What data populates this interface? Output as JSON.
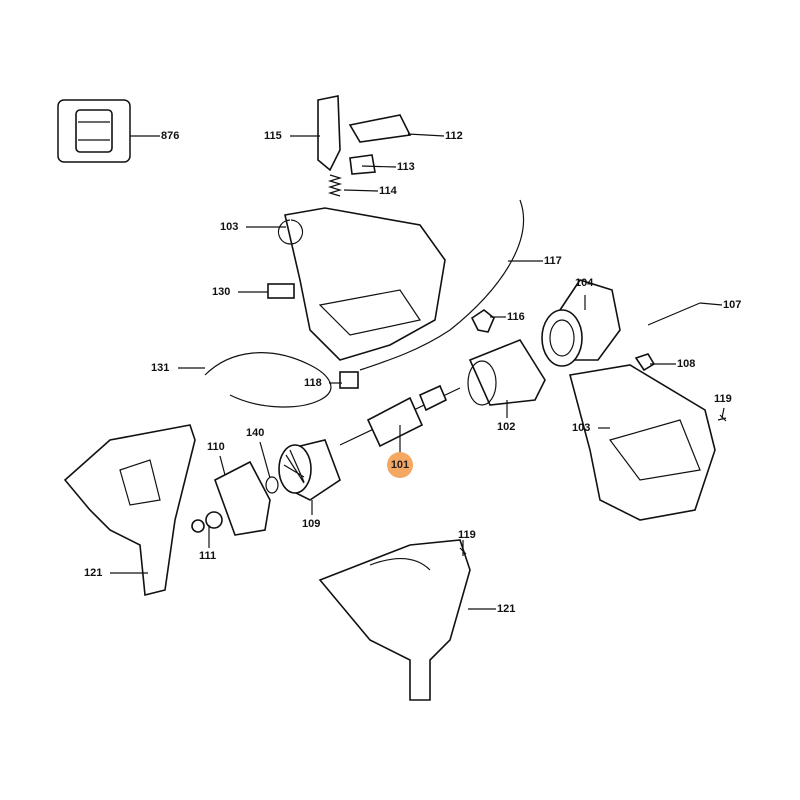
{
  "title": "Exploded parts diagram",
  "highlight_color": "#F5A862",
  "parts": [
    {
      "id": "876",
      "label": "876"
    },
    {
      "id": "115",
      "label": "115"
    },
    {
      "id": "112",
      "label": "112"
    },
    {
      "id": "113",
      "label": "113"
    },
    {
      "id": "114",
      "label": "114"
    },
    {
      "id": "103a",
      "label": "103"
    },
    {
      "id": "117",
      "label": "117"
    },
    {
      "id": "130",
      "label": "130"
    },
    {
      "id": "104",
      "label": "104"
    },
    {
      "id": "107",
      "label": "107"
    },
    {
      "id": "116",
      "label": "116"
    },
    {
      "id": "131",
      "label": "131"
    },
    {
      "id": "108",
      "label": "108"
    },
    {
      "id": "118",
      "label": "118"
    },
    {
      "id": "102",
      "label": "102"
    },
    {
      "id": "119a",
      "label": "119"
    },
    {
      "id": "103b",
      "label": "103"
    },
    {
      "id": "140",
      "label": "140"
    },
    {
      "id": "110",
      "label": "110"
    },
    {
      "id": "101",
      "label": "101",
      "highlighted": true
    },
    {
      "id": "109",
      "label": "109"
    },
    {
      "id": "111",
      "label": "111"
    },
    {
      "id": "119b",
      "label": "119"
    },
    {
      "id": "121a",
      "label": "121"
    },
    {
      "id": "121b",
      "label": "121"
    }
  ]
}
